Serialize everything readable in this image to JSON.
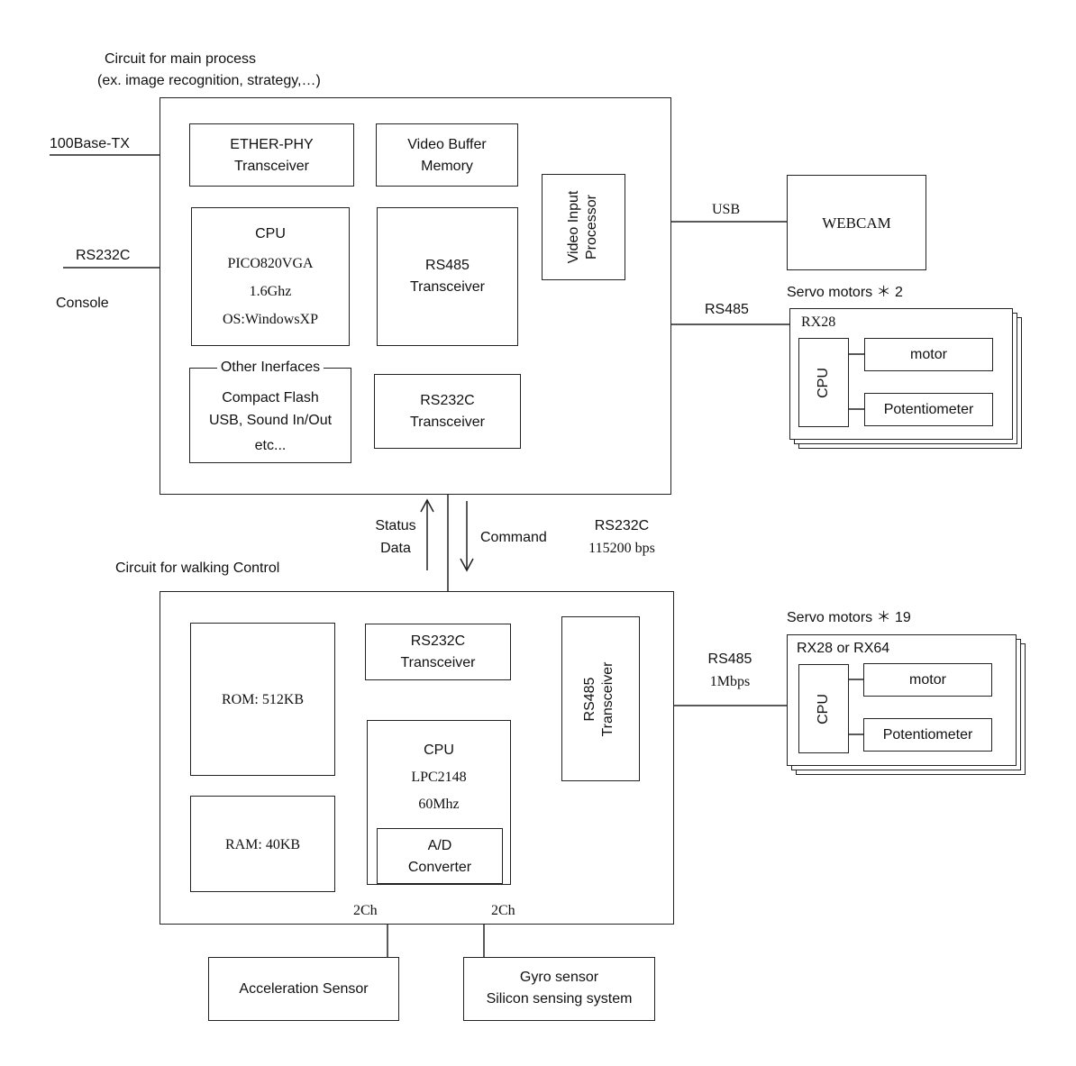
{
  "main_circuit": {
    "title": "Circuit for main process",
    "subtitle": "(ex. image recognition, strategy,…)",
    "ether": [
      "ETHER-PHY",
      "Transceiver"
    ],
    "video_buffer": [
      "Video Buffer",
      "Memory"
    ],
    "video_input": [
      "Video Input",
      "Processor"
    ],
    "cpu": [
      "CPU",
      "PICO820VGA",
      "1.6Ghz",
      "OS:WindowsXP"
    ],
    "rs485": [
      "RS485",
      "Transceiver"
    ],
    "other_title": "Other Inerfaces",
    "other_items": [
      "Compact Flash",
      "USB, Sound In/Out",
      "etc..."
    ],
    "rs232c": [
      "RS232C",
      "Transceiver"
    ]
  },
  "external_left": {
    "ethernet": "100Base-TX",
    "rs232c": "RS232C",
    "console": "Console"
  },
  "webcam": {
    "link_label": "USB",
    "label": "WEBCAM"
  },
  "servo_top": {
    "title": "Servo motors ＊ 2",
    "link_label": "RS485",
    "model": "RX28",
    "cpu": "CPU",
    "motor": "motor",
    "pot": "Potentiometer"
  },
  "comm": {
    "status": [
      "Status",
      "Data"
    ],
    "command": "Command",
    "rs232c": [
      "RS232C",
      "115200 bps"
    ]
  },
  "walk_circuit": {
    "title": "Circuit for walking Control",
    "rom": "ROM: 512KB",
    "ram": "RAM: 40KB",
    "rs232c": [
      "RS232C",
      "Transceiver"
    ],
    "cpu": [
      "CPU",
      "LPC2148",
      "60Mhz"
    ],
    "adc": [
      "A/D",
      "Converter"
    ],
    "rs485": [
      "RS485",
      "Transceiver"
    ],
    "ch_left": "2Ch",
    "ch_right": "2Ch"
  },
  "servo_bottom": {
    "title": "Servo motors ＊ 19",
    "link_label": [
      "RS485",
      "1Mbps"
    ],
    "model": "RX28 or RX64",
    "cpu": "CPU",
    "motor": "motor",
    "pot": "Potentiometer"
  },
  "sensors": {
    "accel": "Acceleration Sensor",
    "gyro": [
      "Gyro sensor",
      "Silicon sensing system"
    ]
  }
}
